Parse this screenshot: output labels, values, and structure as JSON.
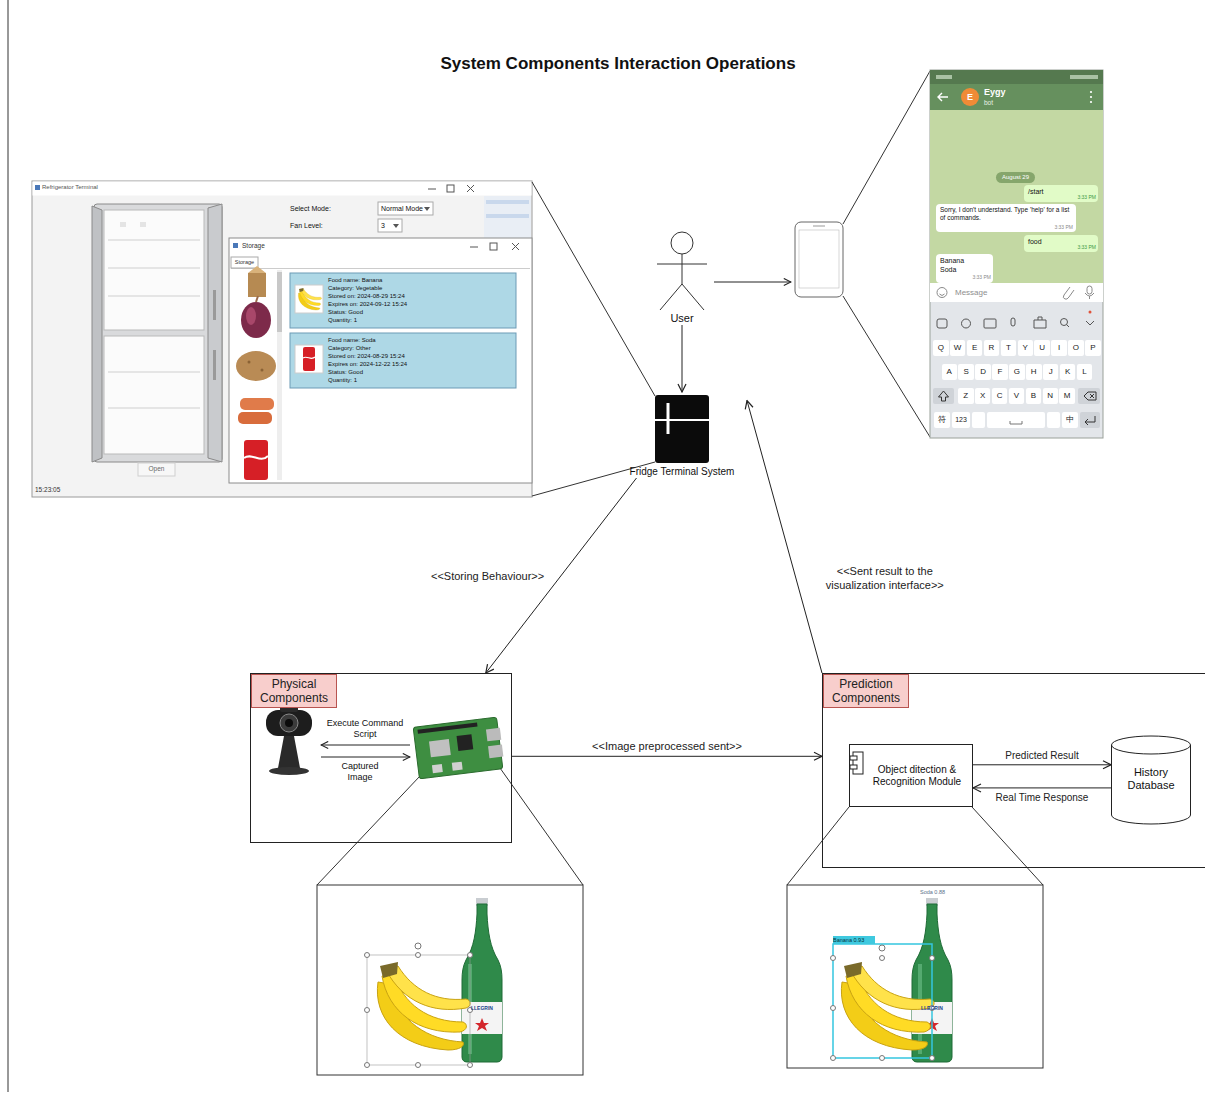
{
  "diagram": {
    "title": "System Components Interaction Operations",
    "nodes": [
      {
        "text": [
          "User"
        ]
      },
      {
        "text": [
          "Fridge Terminal System"
        ]
      },
      {
        "text": [
          "Physical Components"
        ]
      },
      {
        "text": [
          "Prediction Components"
        ]
      },
      {
        "text": [
          "Object ditection & Recognition Module"
        ],
        "in": 3
      },
      {
        "text": [
          "History Database"
        ],
        "in": 3
      }
    ],
    "edges": [
      {
        "from": 0,
        "to": 1,
        "arrow": "to"
      },
      {
        "from": 1,
        "to": 2,
        "label": "<<Storing Behaviour>>",
        "arrow": "to"
      },
      {
        "from": 3,
        "to": 1,
        "label": "<<Sent result to the visualization interface>>",
        "arrow": "to"
      },
      {
        "from": 2,
        "to": 3,
        "label": "<<Image preprocessed sent>>",
        "arrow": "to"
      },
      {
        "from": 4,
        "to": 5,
        "label": "Predicted Result",
        "arrow": "to"
      },
      {
        "from": 5,
        "to": 4,
        "label": "Real Time Response",
        "arrow": "to"
      }
    ],
    "labels": [
      "Refrigerator Terminal",
      "Select Mode:",
      "Normal Mode",
      "Fan Level:",
      "3",
      "Open",
      "15:23:05",
      "Storage",
      "Storage",
      "Food name: Banana",
      "Category: Vegetable",
      "Stored on: 2024-08-29 15:24",
      "Expires on: 2024-09-12 15:24",
      "Status: Good",
      "Quantity: 1",
      "Food name: Soda",
      "Category: Other",
      "Stored on: 2024-08-29 15:24",
      "Expires on: 2024-12-22 15:24",
      "Status: Good",
      "Quantity: 1",
      "Eygy",
      "bot",
      "E",
      "August 29",
      "/start",
      "3:33 PM",
      "Sorry, I don't understand. Type 'help' for a list of commands.",
      "3:33 PM",
      "food",
      "3:33 PM",
      "Banana Soda",
      "3:33 PM",
      "Message",
      "Q",
      "W",
      "E",
      "R",
      "T",
      "Y",
      "U",
      "I",
      "O",
      "P",
      "A",
      "S",
      "D",
      "F",
      "G",
      "H",
      "J",
      "K",
      "L",
      "Z",
      "X",
      "C",
      "V",
      "B",
      "N",
      "M",
      "符",
      "123",
      "中",
      "Execute Command Script",
      "Captured Image",
      "Banana 0.93",
      "Soda 0.88",
      "LLEGRIN",
      "LLEGRIN"
    ]
  }
}
